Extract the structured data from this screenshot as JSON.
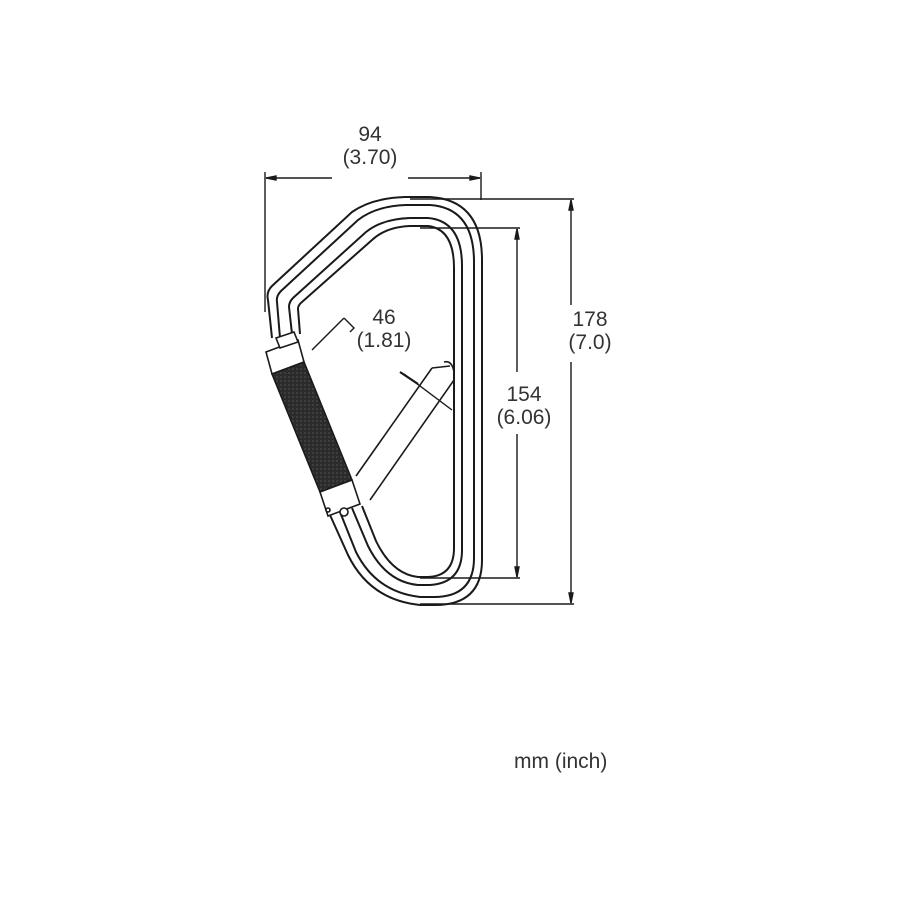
{
  "figure": {
    "subject": "carabiner dimension drawing",
    "units_label": "mm (inch)"
  },
  "dimensions": {
    "width": {
      "mm": "94",
      "inch": "(3.70)"
    },
    "gate_opening": {
      "mm": "46",
      "inch": "(1.81)"
    },
    "inner_length": {
      "mm": "154",
      "inch": "(6.06)"
    },
    "overall_length": {
      "mm": "178",
      "inch": "(7.0)"
    }
  },
  "colors": {
    "line": "#1a1a1a",
    "sleeve": "#2b2b2b",
    "background": "#ffffff"
  }
}
